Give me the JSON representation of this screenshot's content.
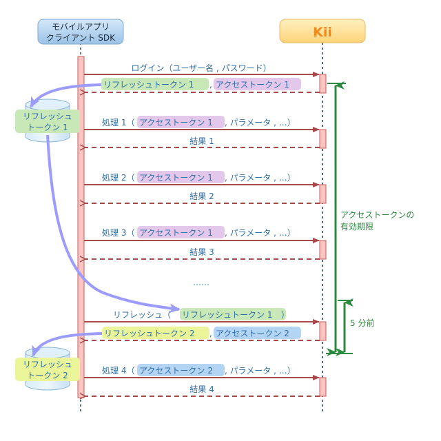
{
  "participants": {
    "client": {
      "label_line1": "モバイルアプリ",
      "label_line2": "クライアント SDK"
    },
    "server": {
      "label": "Kii"
    }
  },
  "colors": {
    "text_blue": "#2e6ea8",
    "arrow_red": "#a84848",
    "activation_fill": "#ffc4c0",
    "token_green": "#c8e8b8",
    "token_purple": "#e4c8ec",
    "token_yellow": "#eaf59a",
    "token_blue": "#b4d4f4",
    "flow_arrow": "#9c9cff",
    "expiry_green": "#2a8a3e",
    "client_box": "#a8ccec",
    "server_box": "#ffd98a",
    "kii_logo": "#f08a1a"
  },
  "messages": {
    "login": {
      "label": "ログイン（ユーザー名 , パスワード）"
    },
    "login_result": {
      "refresh": "リフレッシュトークン 1",
      "sep": ",",
      "access": "アクセストークン 1"
    },
    "proc1": {
      "prefix": "処理 1（",
      "token": "アクセストークン 1",
      "suffix": ", パラメータ , …）"
    },
    "result1": {
      "label": "結果 1"
    },
    "proc2": {
      "prefix": "処理 2（",
      "token": "アクセストークン 1",
      "suffix": ", パラメータ , …）"
    },
    "result2": {
      "label": "結果 2"
    },
    "proc3": {
      "prefix": "処理 3（",
      "token": "アクセストークン 1",
      "suffix": ", パラメータ , …）"
    },
    "result3": {
      "label": "結果 3"
    },
    "ellipsis": {
      "label": "……"
    },
    "refresh": {
      "prefix": "リフレッシュ（",
      "token": "リフレッシュトークン 1",
      "suffix": "）"
    },
    "refresh_result": {
      "refresh": "リフレッシュトークン 2",
      "sep": ",",
      "access": "アクセストークン 2"
    },
    "proc4": {
      "prefix": "処理 4（",
      "token": "アクセストークン 2",
      "suffix": ", パラメータ , …）"
    },
    "result4": {
      "label": "結果 4"
    }
  },
  "storage": {
    "store1": {
      "line1": "リフレッシュ",
      "line2": "トークン 1"
    },
    "store2": {
      "line1": "リフレッシュ",
      "line2": "トークン 2"
    }
  },
  "annotations": {
    "expiry_line1": "アクセストークンの",
    "expiry_line2": "有効期限",
    "before": "5 分前"
  }
}
